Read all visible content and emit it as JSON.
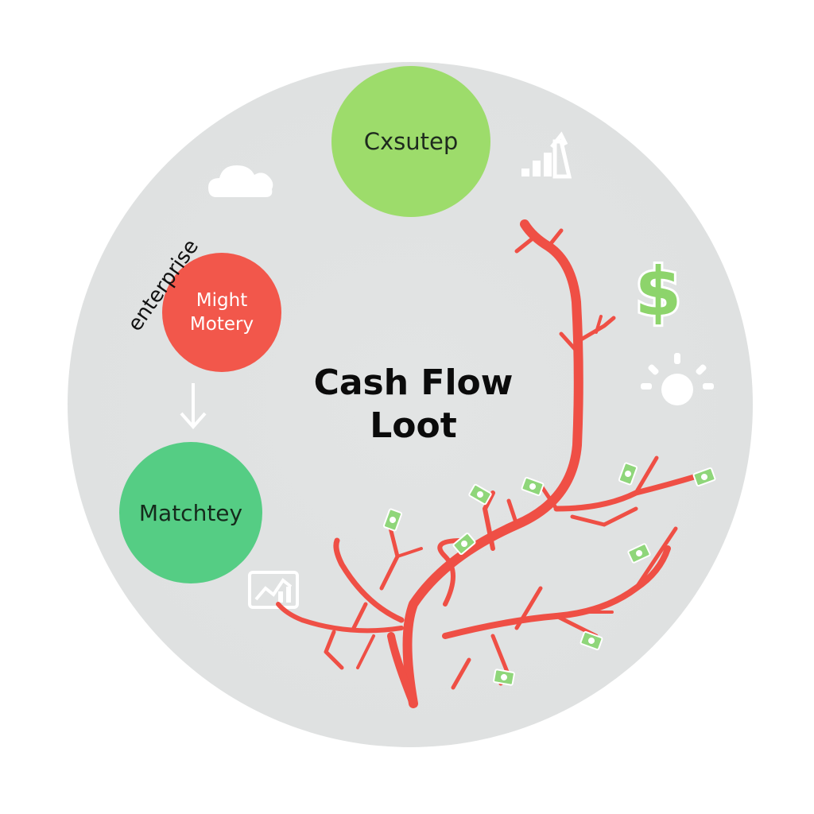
{
  "diagram": {
    "center_title": "Cash Flow\nLoot",
    "side_label": "enterprise",
    "nodes": [
      {
        "label": "Cxsutep",
        "color": "#9ddc6b"
      },
      {
        "label": "Might\nMotery",
        "color": "#f2574b"
      },
      {
        "label": "Matchtey",
        "color": "#55cd84"
      }
    ],
    "colors": {
      "background_disc": "#dfe1e1",
      "tree": "#ef4f45",
      "dollar": "#8dd46b",
      "bill": "#8fd67a",
      "icon_white": "#ffffff"
    },
    "icons": [
      "cloud-icon",
      "bar-chart-icon",
      "dollar-icon",
      "sun-icon",
      "chart-card-icon",
      "arrow-down-icon",
      "money-bill-icon"
    ]
  }
}
